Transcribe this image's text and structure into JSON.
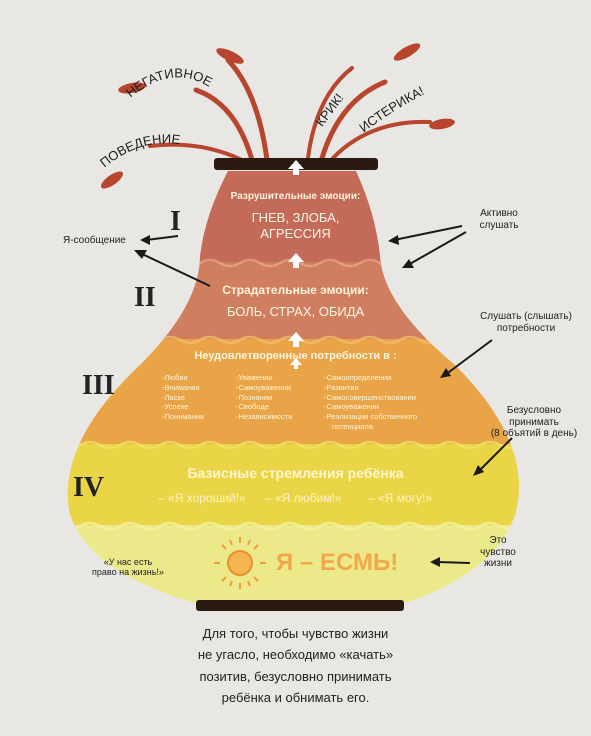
{
  "splash": {
    "negative_1": "НЕГАТИВНОЕ",
    "negative_2": "ПОВЕДЕНИЕ",
    "shout": "КРИК!",
    "hysteria": "ИСТЕРИКА!"
  },
  "levels": {
    "l1": {
      "roman": "I",
      "title": "Разрушительные эмоции:",
      "body_1": "ГНЕВ, ЗЛОБА,",
      "body_2": "АГРЕССИЯ"
    },
    "l2": {
      "roman": "II",
      "title": "Страдательные эмоции:",
      "body": "БОЛЬ, СТРАХ, ОБИДА"
    },
    "l3": {
      "roman": "III",
      "title": "Неудовлетворенные потребности в :",
      "needs_col1": [
        "-Любви",
        "-Внимании",
        "-Ласке",
        "-Успехе",
        "-Понимании"
      ],
      "needs_col2": [
        "-Уважении",
        "-Самоуважении",
        "-Познании",
        "-Свободе",
        "-Независимости"
      ],
      "needs_col3": [
        "-Самоопределении",
        "-Развитии",
        "-Самосовершенствовании",
        "-Самоуважении",
        "-Реализации собственного",
        "потенциала"
      ]
    },
    "l4": {
      "roman": "IV",
      "title": "Базисные стремления ребёнка",
      "good": "– «Я хороший!»",
      "loved": "– «Я любим!»",
      "can": "– «Я могу!»"
    },
    "base": {
      "text": "Я – ЕСМЬ!"
    }
  },
  "side_notes": {
    "i_message": "Я-сообщение",
    "active_1": "Активно",
    "active_2": "слушать",
    "listen_1": "Слушать (слышать)",
    "listen_2": "потребности",
    "accept_1": "Безусловно",
    "accept_2": "принимать",
    "accept_3": "(8 объятий в день)",
    "life_1": "Это",
    "life_2": "чувство",
    "life_3": "жизни",
    "right_1": "«У нас есть",
    "right_2": "право на жизнь!»"
  },
  "caption": {
    "line1": "Для того, чтобы чувство жизни",
    "line2": "не угасло, необходимо «качать»",
    "line3": "позитив, безусловно принимать",
    "line4": "ребёнка и обнимать его."
  },
  "colors": {
    "destructive": "#c46a58",
    "suffering": "#d07e60",
    "needs": "#e9a448",
    "basic": "#e9d546",
    "base": "#ece98a",
    "rim": "#2a1a12",
    "splash": "#b8452d"
  }
}
